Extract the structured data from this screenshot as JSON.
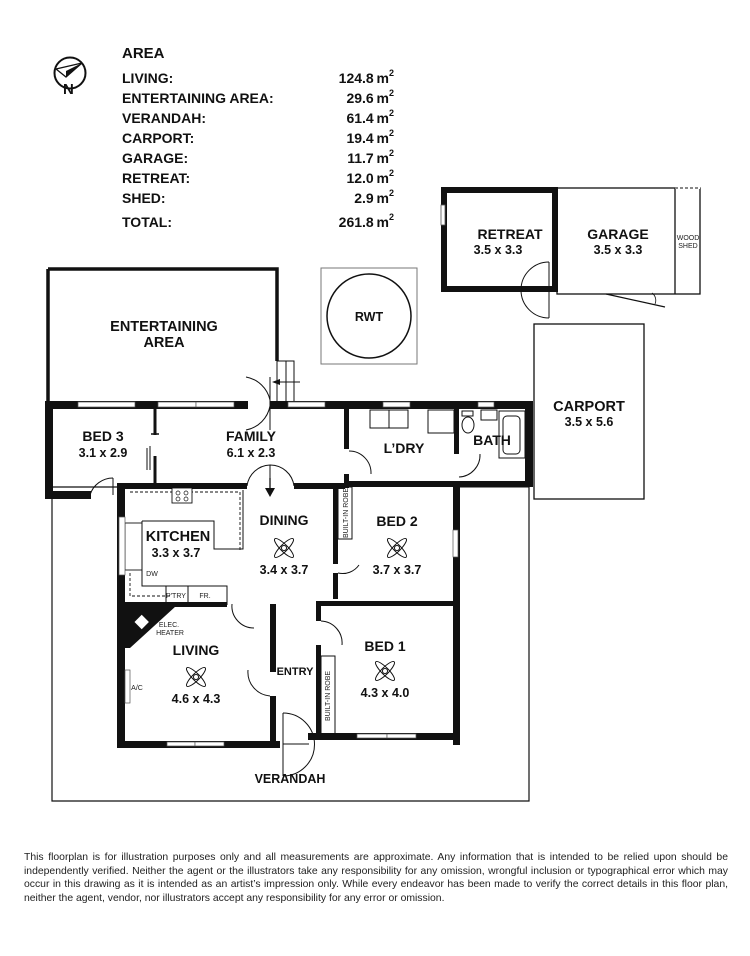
{
  "compass": {
    "north_label": "N",
    "icon": "compass-icon"
  },
  "area_table": {
    "title": "AREA",
    "rows": [
      {
        "label": "LIVING:",
        "value": "124.8",
        "unit": "m",
        "sup": "2"
      },
      {
        "label": "ENTERTAINING AREA:",
        "value": "29.6",
        "unit": "m",
        "sup": "2"
      },
      {
        "label": "VERANDAH:",
        "value": "61.4",
        "unit": "m",
        "sup": "2"
      },
      {
        "label": "CARPORT:",
        "value": "19.4",
        "unit": "m",
        "sup": "2"
      },
      {
        "label": "GARAGE:",
        "value": "11.7",
        "unit": "m",
        "sup": "2"
      },
      {
        "label": "RETREAT:",
        "value": "12.0",
        "unit": "m",
        "sup": "2"
      },
      {
        "label": "SHED:",
        "value": "2.9",
        "unit": "m",
        "sup": "2"
      }
    ],
    "total": {
      "label": "TOTAL:",
      "value": "261.8",
      "unit": "m",
      "sup": "2"
    }
  },
  "rooms": {
    "retreat": {
      "name": "RETREAT",
      "size": "3.5 x 3.3"
    },
    "garage": {
      "name": "GARAGE",
      "size": "3.5 x 3.3"
    },
    "wood_shed": {
      "line1": "WOOD",
      "line2": "SHED"
    },
    "entertaining": {
      "line1": "ENTERTAINING",
      "line2": "AREA"
    },
    "rwt": {
      "name": "RWT"
    },
    "carport": {
      "name": "CARPORT",
      "size": "3.5 x 5.6"
    },
    "bed3": {
      "name": "BED 3",
      "size": "3.1 x 2.9"
    },
    "family": {
      "name": "FAMILY",
      "size": "6.1 x 2.3"
    },
    "laundry": {
      "name": "L’DRY"
    },
    "bath": {
      "name": "BATH"
    },
    "kitchen": {
      "name": "KITCHEN",
      "size": "3.3 x 3.7"
    },
    "dining": {
      "name": "DINING",
      "size": "3.4 x 3.7"
    },
    "bed2": {
      "name": "BED 2",
      "size": "3.7 x 3.7"
    },
    "living": {
      "name": "LIVING",
      "size": "4.6 x 4.3"
    },
    "entry": {
      "name": "ENTRY"
    },
    "bed1": {
      "name": "BED 1",
      "size": "4.3 x 4.0"
    },
    "verandah": {
      "name": "VERANDAH"
    }
  },
  "fixtures": {
    "dw": "DW",
    "pantry": "P'TRY",
    "fridge": "FR.",
    "elec_heater_1": "ELEC.",
    "elec_heater_2": "HEATER",
    "ac": "A/C",
    "robe_dining": "BUILT-IN ROBE",
    "robe_bed1": "BUILT-IN ROBE"
  },
  "disclaimer": "This floorplan is for illustration purposes only and all measurements are approximate. Any information that is intended to be relied upon should be independently verified. Neither the agent or the illustrators take any responsibility for any omission, wrongful inclusion or typographical error which may occur in this drawing as it is intended as an artist’s impression only. While every endeavor has been made to verify the correct details in this floor plan, neither the agent, vendor, nor illustrators accept any responsibility for any error or omission."
}
